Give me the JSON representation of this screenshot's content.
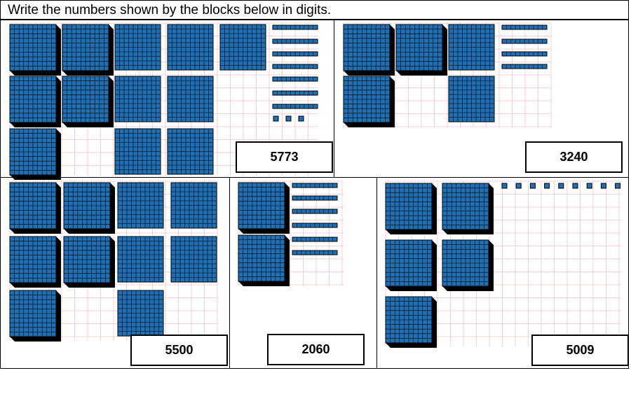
{
  "instruction": "Write the numbers shown by the blocks below in digits.",
  "colors": {
    "block_fill": "#1f6fb5",
    "block_shadow": "#000000",
    "grid_line": "#f2c4c4",
    "answer_border": "#000000"
  },
  "problems": [
    {
      "answer": "5773",
      "thousands": 5,
      "hundreds": 7,
      "tens": 7,
      "ones": 3
    },
    {
      "answer": "3240",
      "thousands": 3,
      "hundreds": 2,
      "tens": 4,
      "ones": 0
    },
    {
      "answer": "5500",
      "thousands": 5,
      "hundreds": 5,
      "tens": 0,
      "ones": 0
    },
    {
      "answer": "2060",
      "thousands": 2,
      "hundreds": 0,
      "tens": 6,
      "ones": 0
    },
    {
      "answer": "5009",
      "thousands": 5,
      "hundreds": 0,
      "tens": 0,
      "ones": 9
    }
  ]
}
